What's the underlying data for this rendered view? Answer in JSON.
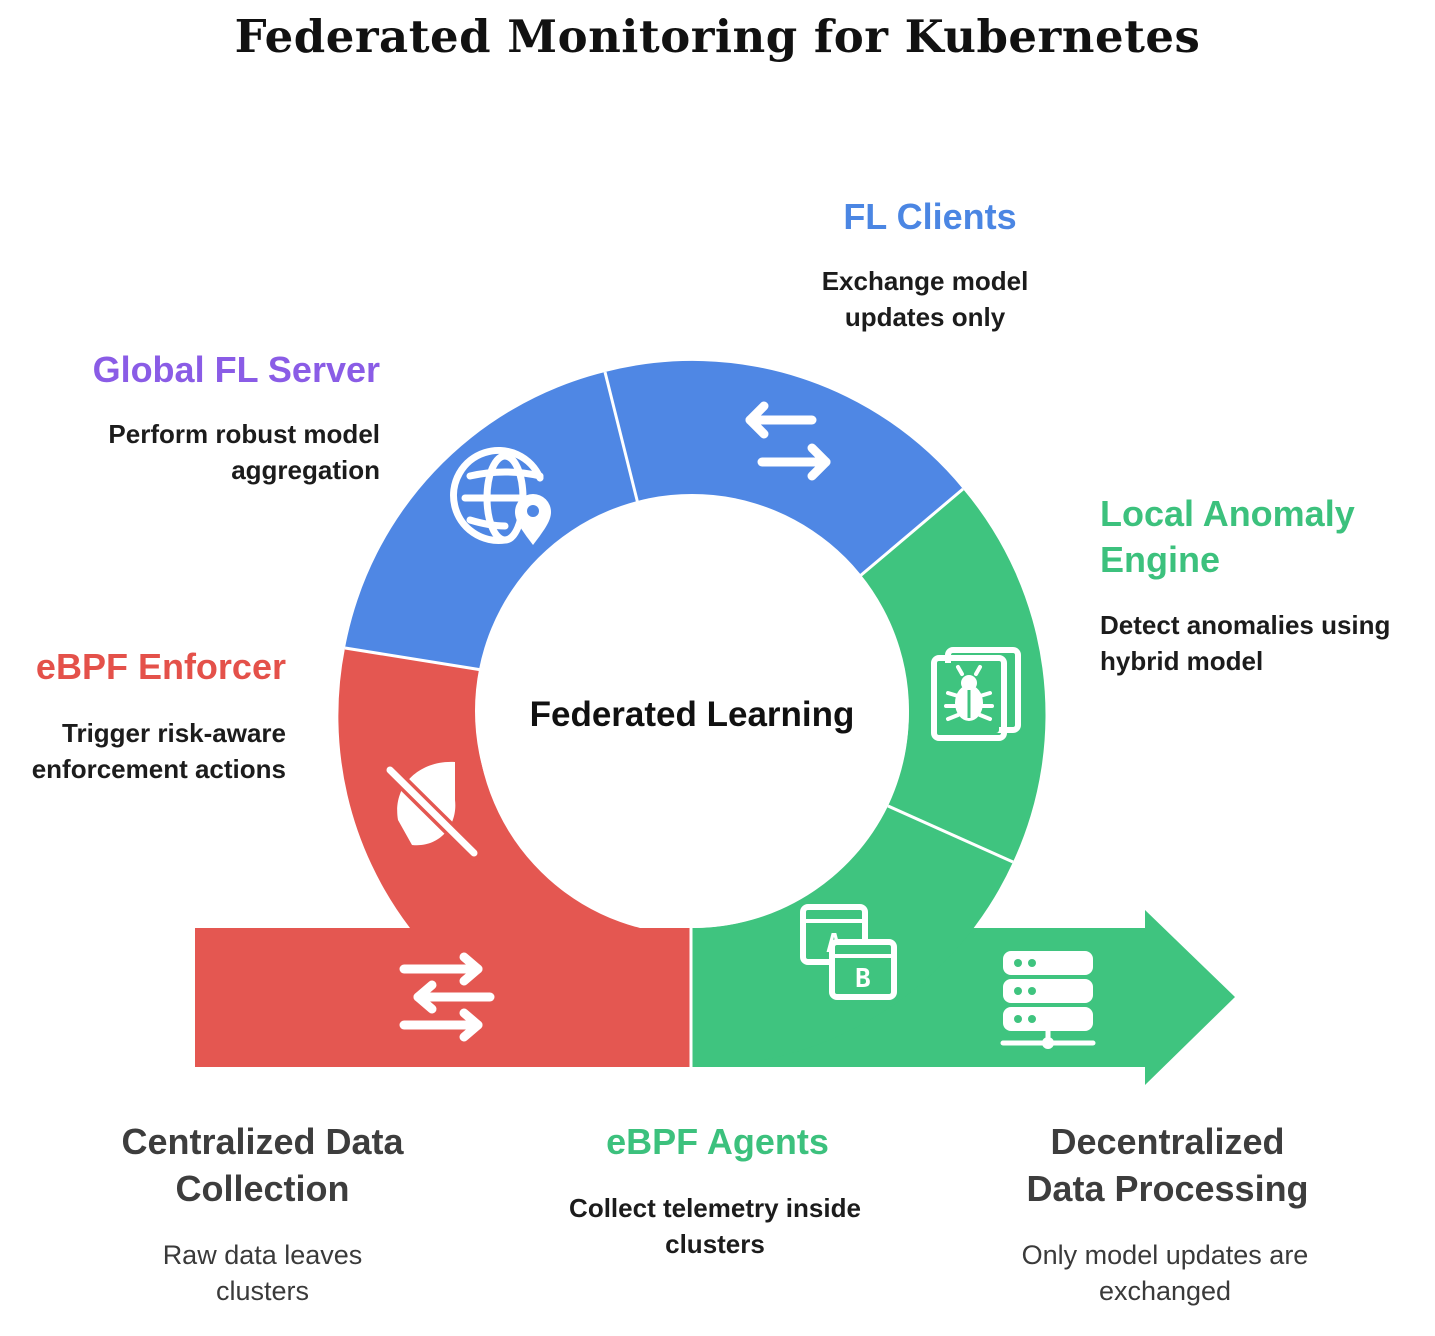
{
  "title": "Federated Monitoring for Kubernetes",
  "center": {
    "label": "Federated Learning"
  },
  "colors": {
    "blue": "#4f87e4",
    "green": "#3fc47f",
    "red": "#e45751",
    "purple": "#8a5ce6",
    "blue_text": "#4b86e3",
    "green_text": "#3cc17d",
    "red_text": "#e4514a"
  },
  "icons": {
    "global_fl_server": "globe-pin-icon",
    "fl_clients": "exchange-arrows-icon",
    "local_anomaly_engine": "bug-report-icon",
    "ebpf_agents": "ab-test-icon",
    "ebpf_enforcer": "leaf-off-icon",
    "centralized": "transfer-arrows-icon",
    "decentralized": "server-database-icon"
  },
  "segments": {
    "fl_clients": {
      "title": "FL Clients",
      "desc": [
        "Exchange model",
        "updates only"
      ]
    },
    "global_fl_server": {
      "title": "Global FL Server",
      "desc": [
        "Perform robust model",
        "aggregation"
      ]
    },
    "local_anomaly_engine": {
      "title": [
        "Local Anomaly",
        "Engine"
      ],
      "desc": [
        "Detect anomalies using",
        "hybrid model"
      ]
    },
    "ebpf_enforcer": {
      "title": "eBPF Enforcer",
      "desc": [
        "Trigger risk-aware",
        "enforcement actions"
      ]
    },
    "ebpf_agents": {
      "title": "eBPF Agents",
      "desc": [
        "Collect telemetry inside",
        "clusters"
      ]
    }
  },
  "bottom": {
    "centralized": {
      "title": [
        "Centralized Data",
        "Collection"
      ],
      "desc": [
        "Raw data leaves",
        "clusters"
      ]
    },
    "decentralized": {
      "title": [
        "Decentralized",
        "Data Processing"
      ],
      "desc": [
        "Only model updates are",
        "exchanged"
      ]
    }
  }
}
